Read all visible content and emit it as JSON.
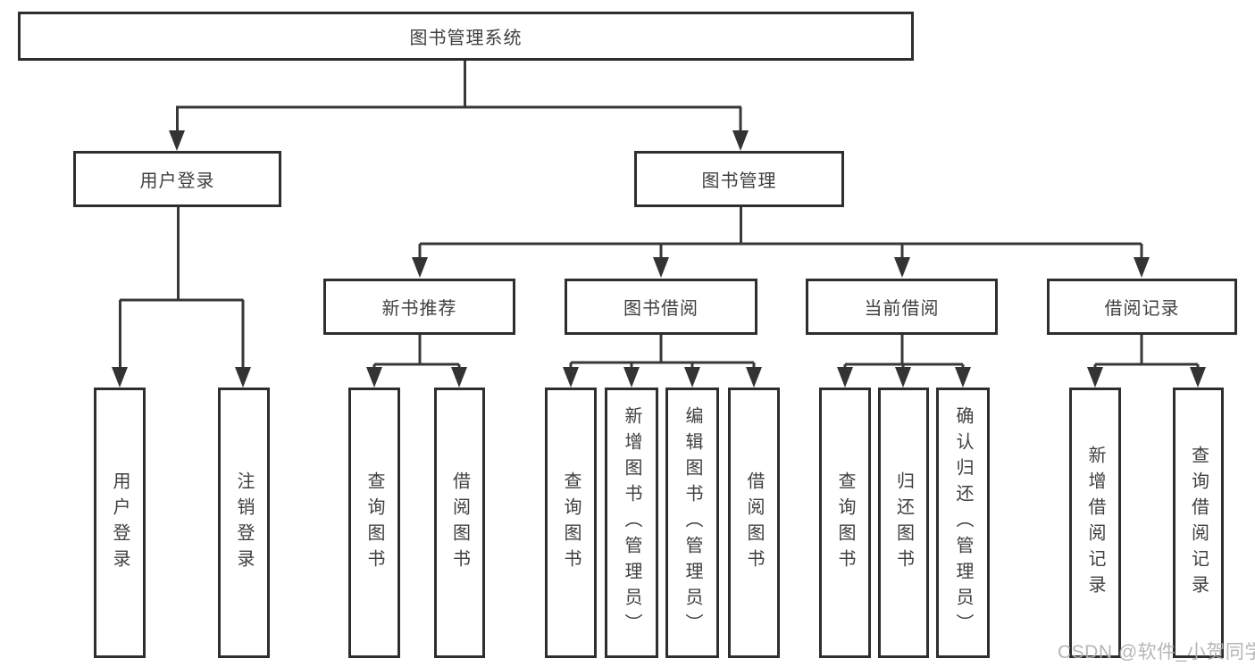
{
  "tree": {
    "label": "图书管理系统",
    "children": [
      {
        "label": "用户登录",
        "children": [
          {
            "label": "用户登录"
          },
          {
            "label": "注销登录"
          }
        ]
      },
      {
        "label": "图书管理",
        "children": [
          {
            "label": "新书推荐",
            "children": [
              {
                "label": "查询图书"
              },
              {
                "label": "借阅图书"
              }
            ]
          },
          {
            "label": "图书借阅",
            "children": [
              {
                "label": "查询图书"
              },
              {
                "label": "新增图书（管理员）"
              },
              {
                "label": "编辑图书（管理员）"
              },
              {
                "label": "借阅图书"
              }
            ]
          },
          {
            "label": "当前借阅",
            "children": [
              {
                "label": "查询图书"
              },
              {
                "label": "归还图书"
              },
              {
                "label": "确认归还（管理员）"
              }
            ]
          },
          {
            "label": "借阅记录",
            "children": [
              {
                "label": "新增借阅记录"
              },
              {
                "label": "查询借阅记录"
              }
            ]
          }
        ]
      }
    ]
  },
  "watermark": {
    "text": "CSDN @软件_小贺同学"
  },
  "colors": {
    "line": "#383838",
    "box_border": "#2e2e2e",
    "text": "#3f3f3f",
    "watermark": "#b0b0b0",
    "background": "#ffffff"
  }
}
